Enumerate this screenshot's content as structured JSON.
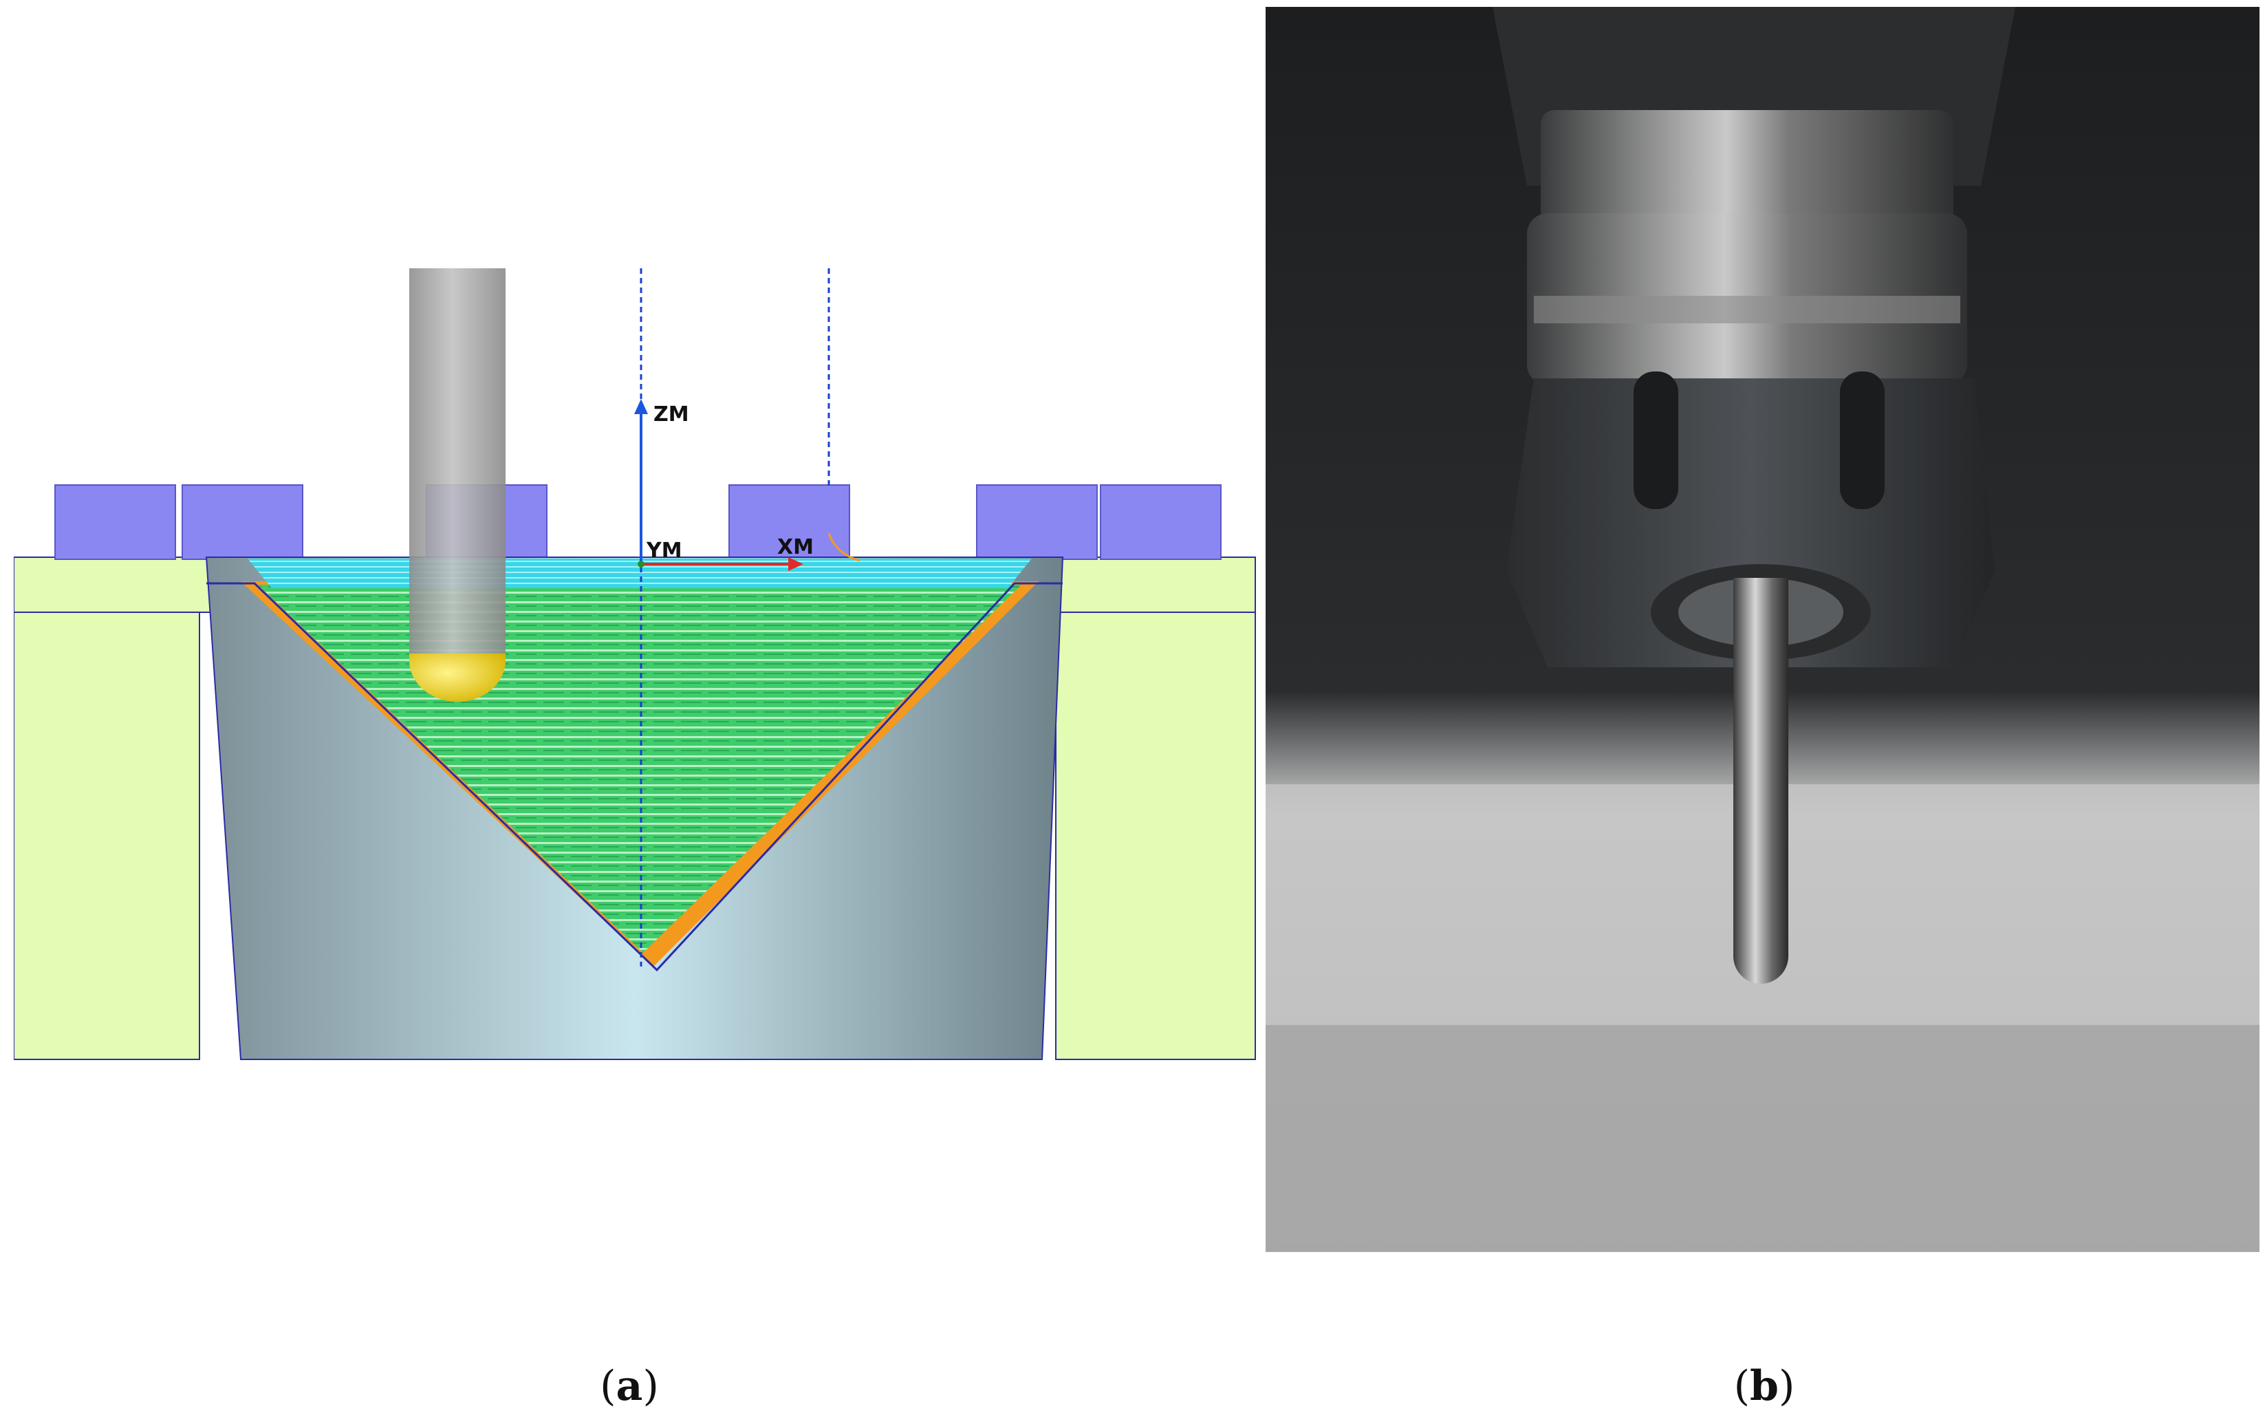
{
  "figure": {
    "panels": [
      {
        "id": "a",
        "caption": "a",
        "description_kind": "cad-simulation",
        "axis_labels": {
          "z": "ZM",
          "y": "YM",
          "x": "XM"
        },
        "colors": {
          "fixture": "#e4fbb4",
          "clamps": "#8a87f2",
          "toolpath_top": "#38d6e8",
          "toolpath_body": "#3fcc6a",
          "edge_band": "#f39a1e",
          "tool_shank": "#a4a4a4",
          "tool_tip": "#f1d51b",
          "axis_z": "#1a56e0",
          "axis_x": "#e02b2b"
        }
      },
      {
        "id": "b",
        "caption": "b",
        "description_kind": "photo-ball-end-mill-in-collet"
      }
    ]
  }
}
